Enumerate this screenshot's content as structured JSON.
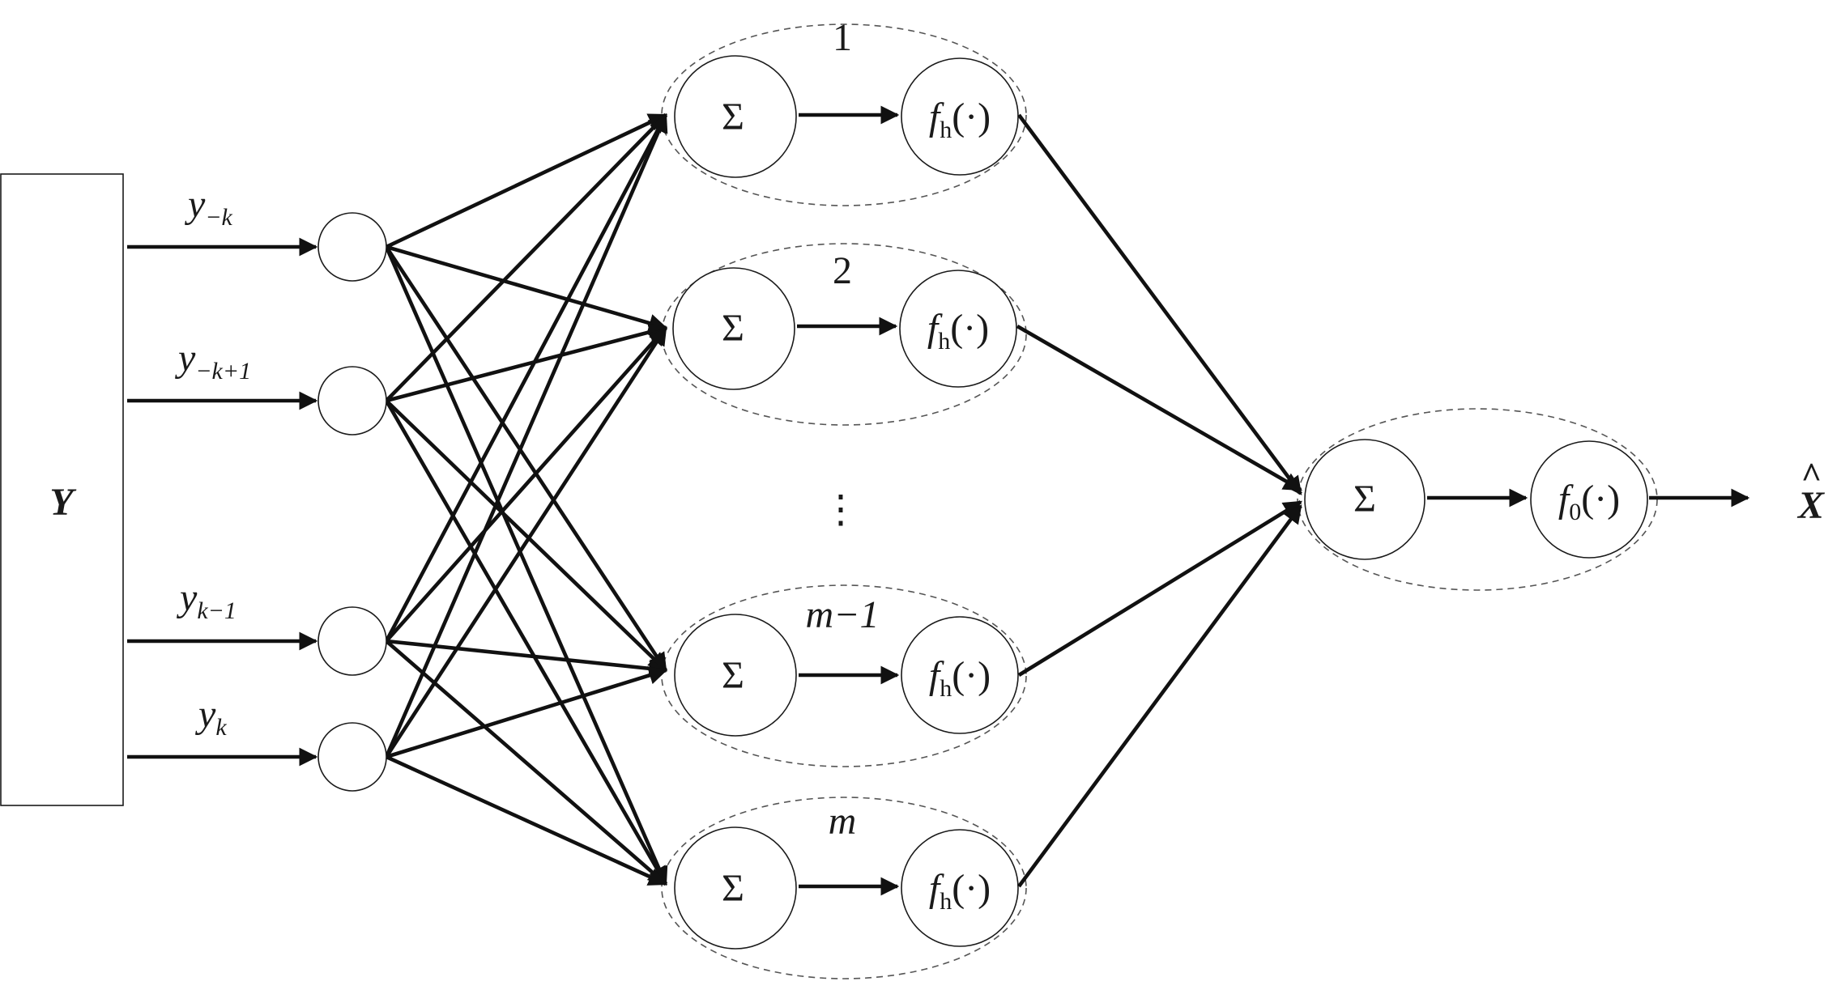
{
  "input_block": {
    "label": "Y"
  },
  "inputs": [
    {
      "main": "y",
      "sub": "−k"
    },
    {
      "main": "y",
      "sub": "−k+1"
    },
    {
      "main": "y",
      "sub": "k−1"
    },
    {
      "main": "y",
      "sub": "k"
    }
  ],
  "hidden_units": [
    {
      "group_label": "1",
      "sum_symbol": "Σ",
      "act_main": "f",
      "act_sub": "h",
      "act_arg": "(·)"
    },
    {
      "group_label": "2",
      "sum_symbol": "Σ",
      "act_main": "f",
      "act_sub": "h",
      "act_arg": "(·)"
    },
    {
      "group_label": "m−1",
      "sum_symbol": "Σ",
      "act_main": "f",
      "act_sub": "h",
      "act_arg": "(·)"
    },
    {
      "group_label": "m",
      "sum_symbol": "Σ",
      "act_main": "f",
      "act_sub": "h",
      "act_arg": "(·)"
    }
  ],
  "ellipsis": "⋮",
  "output_unit": {
    "sum_symbol": "Σ",
    "act_main": "f",
    "act_sub": "0",
    "act_arg": "(·)"
  },
  "output_label": {
    "main": "X",
    "accent": "^"
  }
}
